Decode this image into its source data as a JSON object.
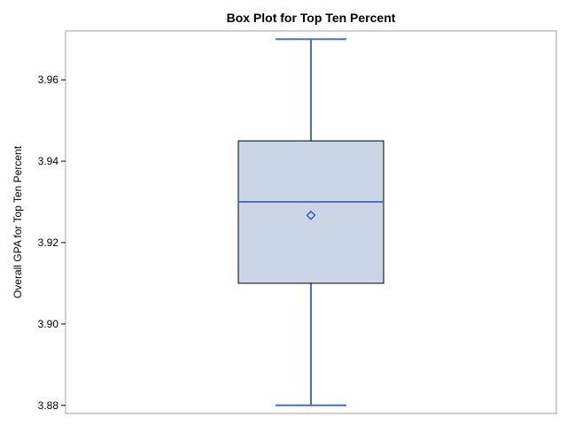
{
  "chart_data": {
    "type": "box",
    "title": "Box Plot for Top Ten Percent",
    "ylabel": "Overall GPA for Top Ten Percent",
    "xlabel": "",
    "ylim": [
      3.878,
      3.972
    ],
    "yticks": [
      "3.88",
      "3.90",
      "3.92",
      "3.94",
      "3.96"
    ],
    "box": {
      "min": 3.88,
      "q1": 3.91,
      "median": 3.93,
      "mean": 3.9267,
      "q3": 3.945,
      "max": 3.97
    },
    "grid": false,
    "colors": {
      "box_fill": "#cad5e5",
      "box_outline": "#000000",
      "whisker": "#4a6fc4",
      "median": "#4a6fc4",
      "mean_marker": "#2a45a8",
      "frame": "#a0a0a0"
    }
  }
}
